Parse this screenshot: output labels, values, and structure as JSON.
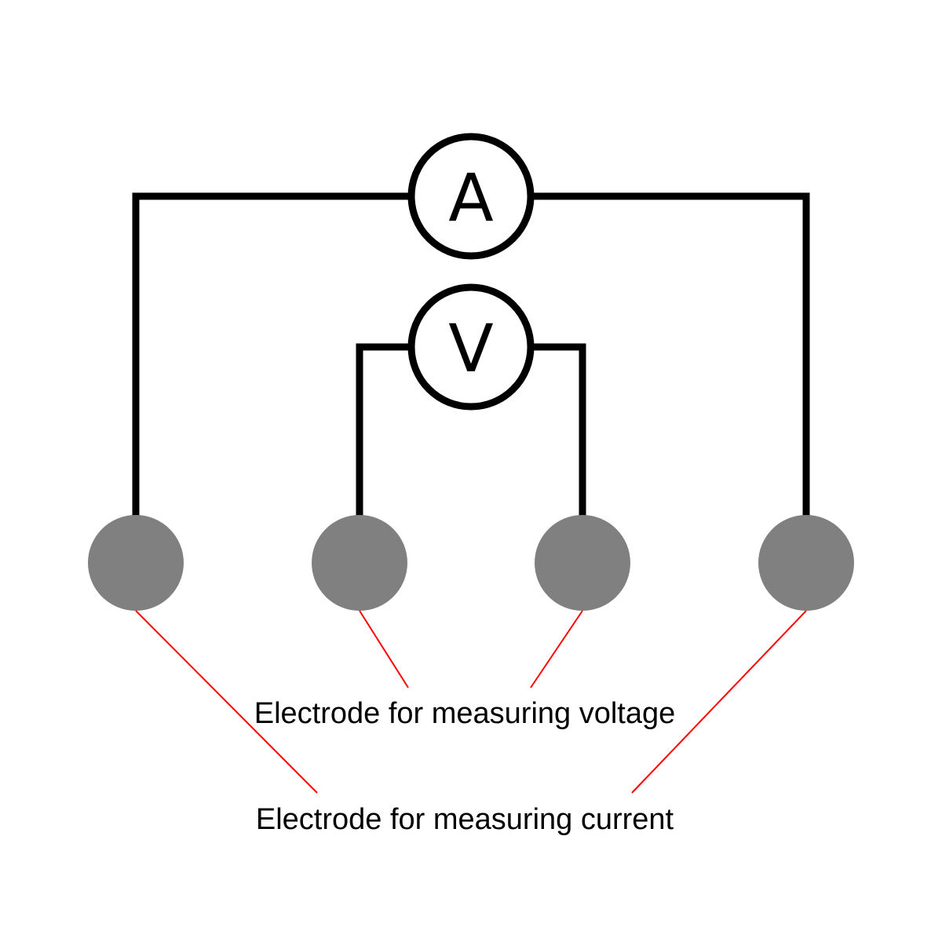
{
  "diagram": {
    "ammeter": {
      "label": "A"
    },
    "voltmeter": {
      "label": "V"
    },
    "electrodes": [
      {
        "role": "current"
      },
      {
        "role": "voltage"
      },
      {
        "role": "voltage"
      },
      {
        "role": "current"
      }
    ],
    "captions": {
      "voltage": "Electrode for measuring voltage",
      "current": "Electrode for measuring current"
    },
    "colors": {
      "wire": "#000000",
      "electrode": "#808080",
      "leader": "#ff0000"
    }
  }
}
